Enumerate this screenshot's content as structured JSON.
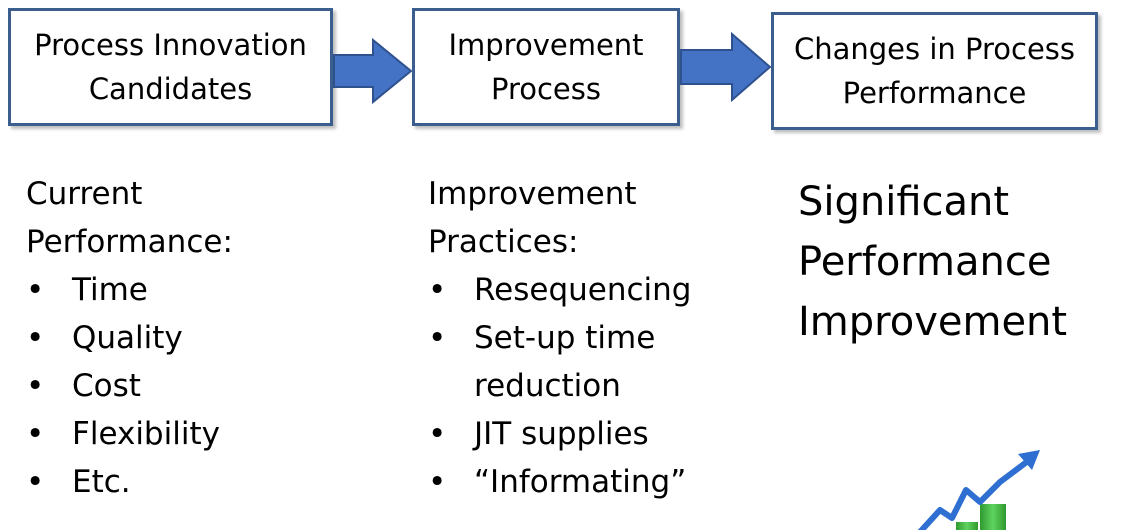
{
  "boxes": [
    {
      "label": "Process Innovation\nCandidates"
    },
    {
      "label": "Improvement\nProcess"
    },
    {
      "label": "Changes in Process\nPerformance"
    }
  ],
  "current_performance": {
    "heading": "Current\nPerformance:",
    "items": [
      "Time",
      "Quality",
      "Cost",
      "Flexibility",
      "Etc."
    ]
  },
  "improvement_practices": {
    "heading": "Improvement\nPractices:",
    "items": [
      "Resequencing",
      "Set-up time\nreduction",
      "JIT supplies",
      "“Informating”"
    ]
  },
  "result": {
    "text": "Significant\nPerformance\nImprovement"
  },
  "bullet_char": "•",
  "colors": {
    "box_border": "#3a5f8f",
    "arrow_fill": "#4472c4",
    "arrow_stroke": "#2f528f",
    "chart_arrow": "#2e6fd1",
    "chart_bar": "#3cb53c"
  },
  "icons": {
    "flow_arrow": "right-arrow-icon",
    "growth": "growth-chart-icon"
  }
}
